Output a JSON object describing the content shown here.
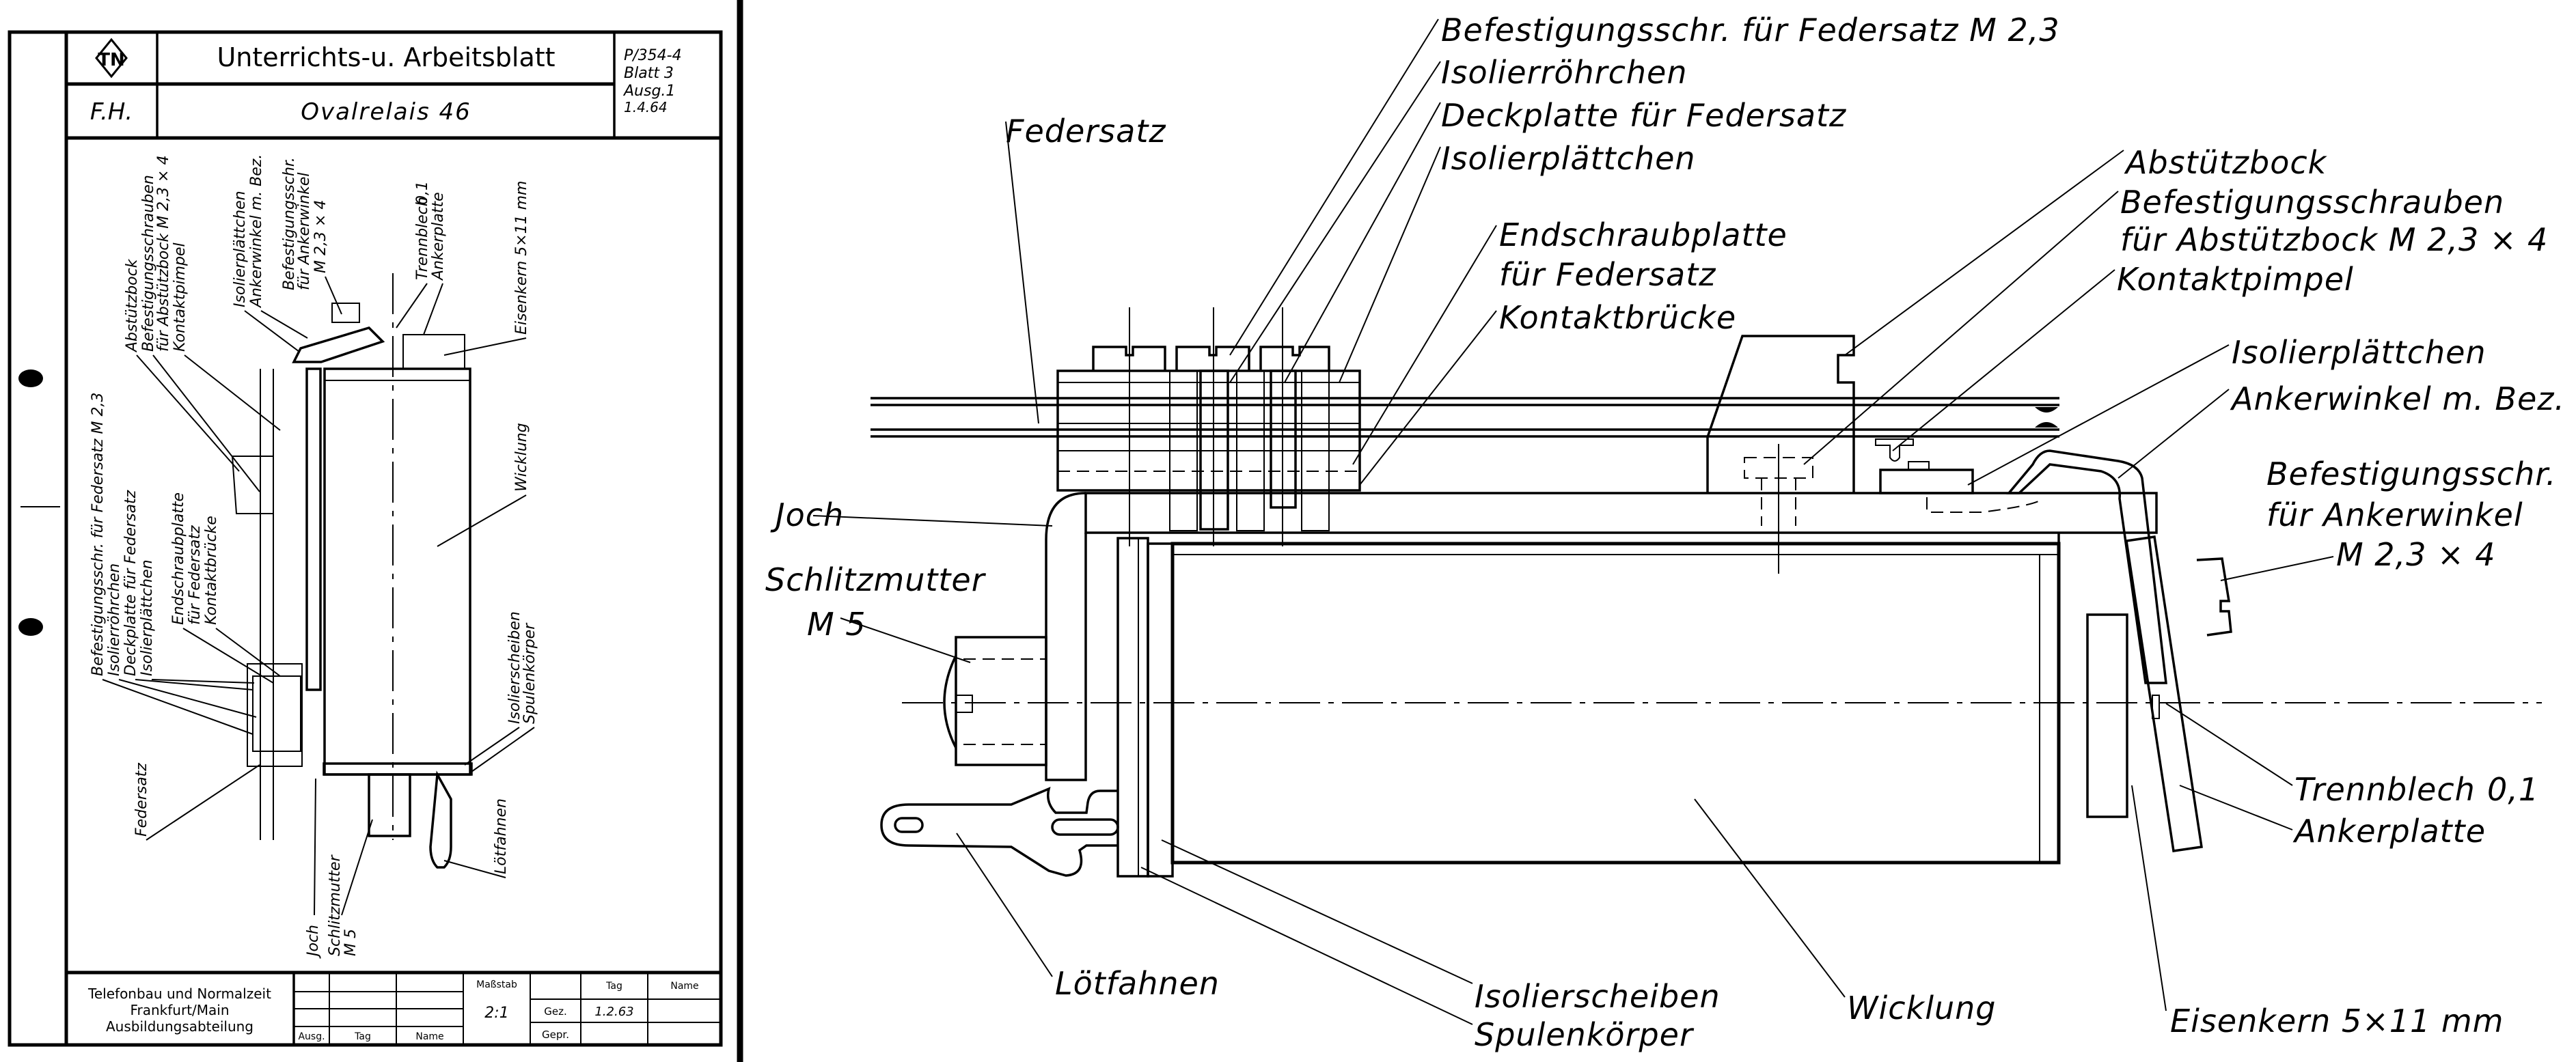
{
  "sheet": {
    "title": "Unterrichts-u. Arbeitsblatt",
    "subject": "Ovalrelais 46",
    "author_initials": "F.H.",
    "logo": "TN-logo",
    "doc_number": "P/354-4",
    "sheet_number": "Blatt 3",
    "edition": "Ausg.1",
    "edition_date": "1.4.64",
    "company_line1": "Telefonbau und Normalzeit",
    "company_line2": "Frankfurt/Main",
    "company_line3": "Ausbildungsabteilung",
    "revision_headers": [
      "Ausg.",
      "Tag",
      "Name"
    ],
    "scale_label": "Maßstab",
    "scale_value": "2:1",
    "approval_headers": [
      "Tag",
      "Name"
    ],
    "drawn_label": "Gez.",
    "drawn_date": "1.2.63",
    "checked_label": "Gepr."
  },
  "labels": {
    "befestigungsschr_federsatz": "Befestigungsschr.  für Federsatz  M 2,3",
    "isolierroehrchen": "Isolierröhrchen",
    "deckplatte": "Deckplatte für Federsatz",
    "isolierplaettchen_1": "Isolierplättchen",
    "federsatz": "Federsatz",
    "endschraubplatte_1": "Endschraubplatte",
    "endschraubplatte_2": "für Federsatz",
    "kontaktbruecke": "Kontaktbrücke",
    "abstuetzbock": "Abstützbock",
    "befestigungsschrauben_1": "Befestigungsschrauben",
    "befestigungsschrauben_2": "für Abstützbock  M 2,3 × 4",
    "kontaktpimpel": "Kontaktpimpel",
    "isolierplaettchen_2": "Isolierplättchen",
    "ankerwinkel": "Ankerwinkel  m.  Bez.",
    "befestigungsschr_anker_1": "Befestigungsschr.",
    "befestigungsschr_anker_2": "für Ankerwinkel",
    "befestigungsschr_anker_3": "M  2,3 × 4",
    "joch": "Joch",
    "schlitzmutter_1": "Schlitzmutter",
    "schlitzmutter_2": "M 5",
    "trennblech": "Trennblech",
    "trennblech_value": "0,1",
    "ankerplatte": "Ankerplatte",
    "loetfahnen": "Lötfahnen",
    "isolierscheiben": "Isolierscheiben",
    "spulenkoerper": "Spulenkörper",
    "wicklung": "Wicklung",
    "eisenkern": "Eisenkern   5×11 mm"
  }
}
